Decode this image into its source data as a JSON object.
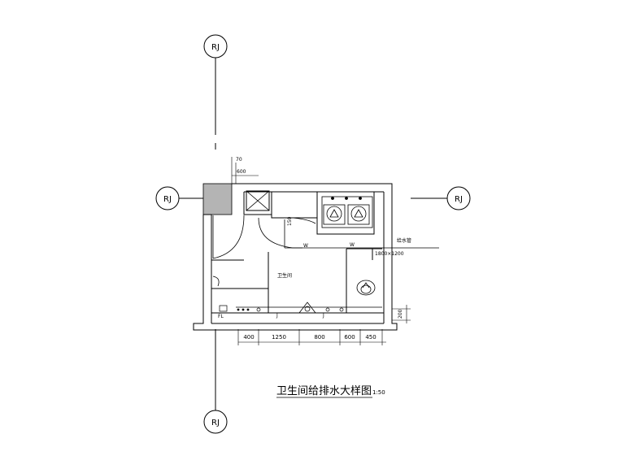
{
  "drawing": {
    "title": "卫生间给排水大样图",
    "scale": "1:50"
  },
  "axes": {
    "top": "RJ",
    "bottom": "RJ",
    "left": "RJ",
    "right": "RJ"
  },
  "dimensions": {
    "bottom": [
      "400",
      "1250",
      "800",
      "600",
      "450"
    ],
    "top_offset": "70",
    "top_width": "600",
    "vertical": "150",
    "right_small": "200",
    "window": "1800×1200"
  },
  "labels": {
    "w_left": "W",
    "w_right": "W",
    "note_right": "给水管",
    "note_mid": "卫生间",
    "j_marks": [
      "J",
      "J"
    ],
    "fl_marks": [
      "FL"
    ]
  }
}
